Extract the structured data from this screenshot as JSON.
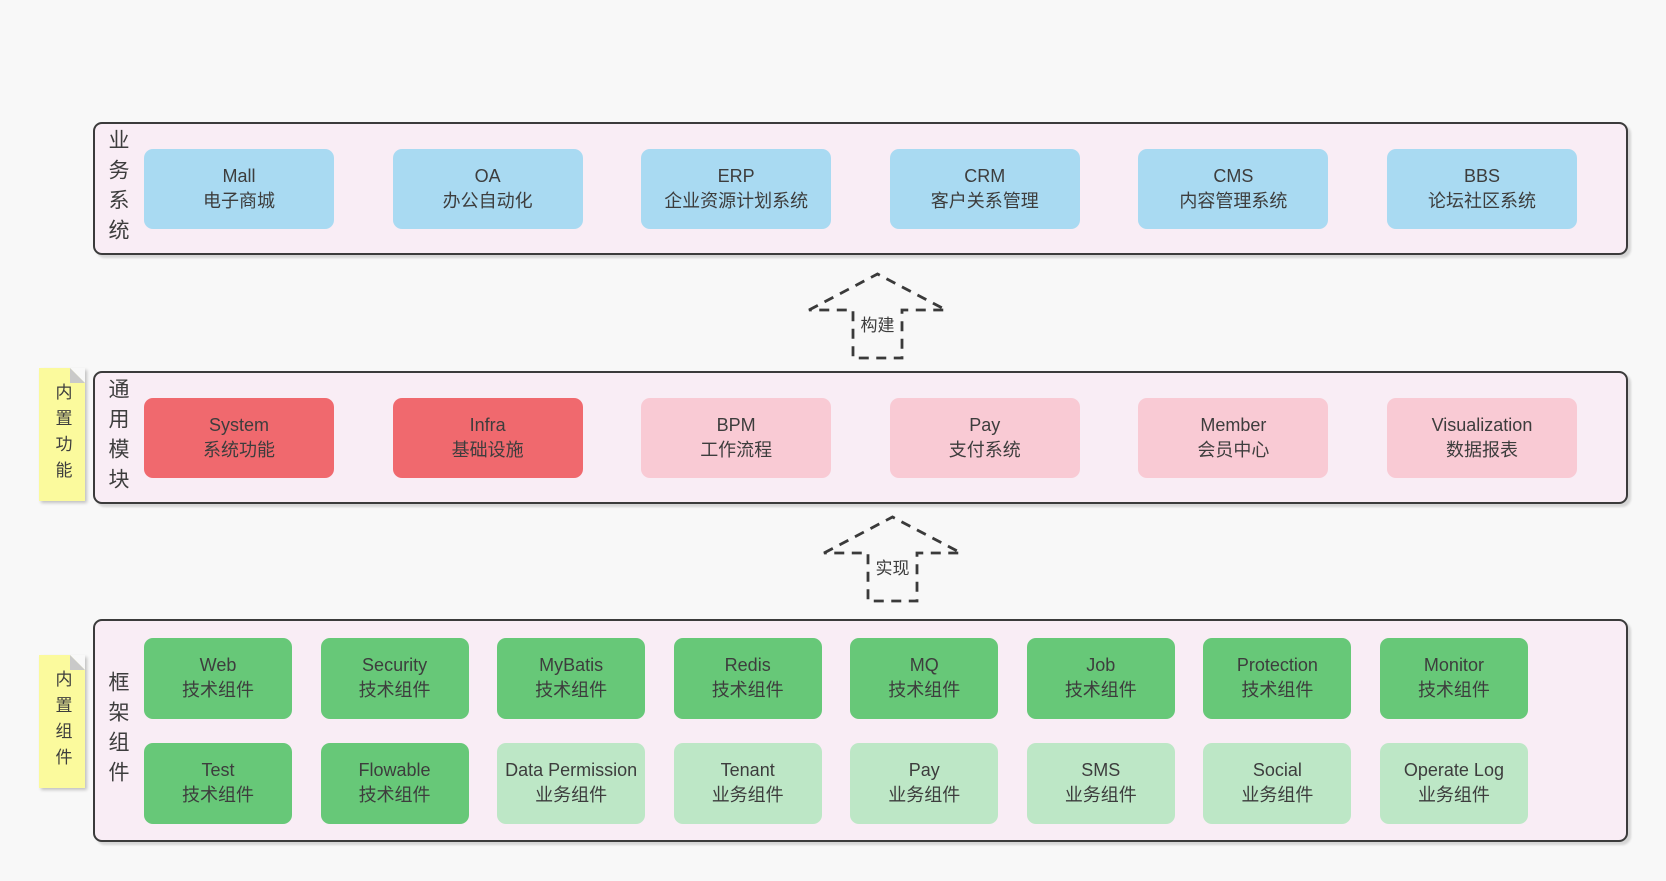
{
  "colors": {
    "page_bg": "#f8f8f8",
    "layer_bg": "#f9edf5",
    "layer_border": "#3b3b3b",
    "box_blue": "#a9daf2",
    "box_red": "#f0696e",
    "box_pink": "#f9cad4",
    "box_green": "#67c878",
    "box_green_light": "#bde7c6",
    "sticky_yellow": "#fbfa9d",
    "fold_gray": "#c9c9c9",
    "text": "#3d3d3d",
    "arrow": "#3a3a3a"
  },
  "arrows": [
    {
      "label": "构建"
    },
    {
      "label": "实现"
    }
  ],
  "layers": [
    {
      "label": "业务系统",
      "boxes": [
        {
          "name": "Mall",
          "desc": "电子商城"
        },
        {
          "name": "OA",
          "desc": "办公自动化"
        },
        {
          "name": "ERP",
          "desc": "企业资源计划系统"
        },
        {
          "name": "CRM",
          "desc": "客户关系管理"
        },
        {
          "name": "CMS",
          "desc": "内容管理系统"
        },
        {
          "name": "BBS",
          "desc": "论坛社区系统"
        }
      ]
    },
    {
      "label": "通用模块",
      "sticky": "内置功能",
      "boxes": [
        {
          "name": "System",
          "desc": "系统功能"
        },
        {
          "name": "Infra",
          "desc": "基础设施"
        },
        {
          "name": "BPM",
          "desc": "工作流程"
        },
        {
          "name": "Pay",
          "desc": "支付系统"
        },
        {
          "name": "Member",
          "desc": "会员中心"
        },
        {
          "name": "Visualization",
          "desc": "数据报表"
        }
      ]
    },
    {
      "label": "框架组件",
      "sticky": "内置组件",
      "rows": [
        [
          {
            "name": "Web",
            "desc": "技术组件"
          },
          {
            "name": "Security",
            "desc": "技术组件"
          },
          {
            "name": "MyBatis",
            "desc": "技术组件"
          },
          {
            "name": "Redis",
            "desc": "技术组件"
          },
          {
            "name": "MQ",
            "desc": "技术组件"
          },
          {
            "name": "Job",
            "desc": "技术组件"
          },
          {
            "name": "Protection",
            "desc": "技术组件"
          },
          {
            "name": "Monitor",
            "desc": "技术组件"
          }
        ],
        [
          {
            "name": "Test",
            "desc": "技术组件"
          },
          {
            "name": "Flowable",
            "desc": "技术组件"
          },
          {
            "name": "Data Permission",
            "desc": "业务组件"
          },
          {
            "name": "Tenant",
            "desc": "业务组件"
          },
          {
            "name": "Pay",
            "desc": "业务组件"
          },
          {
            "name": "SMS",
            "desc": "业务组件"
          },
          {
            "name": "Social",
            "desc": "业务组件"
          },
          {
            "name": "Operate Log",
            "desc": "业务组件"
          }
        ]
      ]
    }
  ]
}
